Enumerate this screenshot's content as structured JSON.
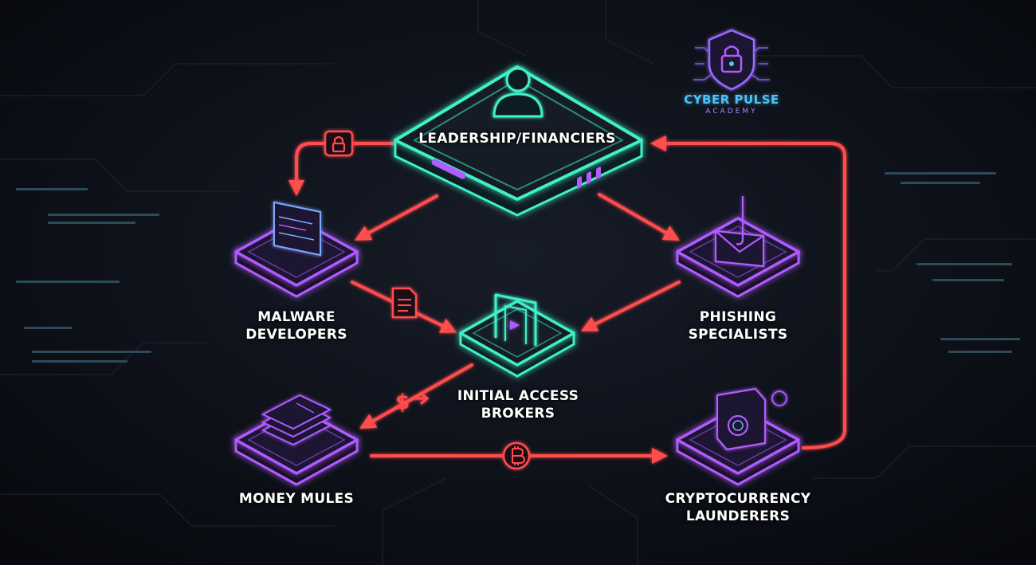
{
  "brand": {
    "name": "CYBER PULSE",
    "subtitle": "ACADEMY"
  },
  "nodes": {
    "leadership": {
      "lines": [
        "LEADERSHIP/FINANCIERS"
      ]
    },
    "malware": {
      "lines": [
        "MALWARE",
        "DEVELOPERS"
      ]
    },
    "phishing": {
      "lines": [
        "PHISHING",
        "SPECIALISTS"
      ]
    },
    "brokers": {
      "lines": [
        "INITIAL ACCESS",
        "BROKERS"
      ]
    },
    "mules": {
      "lines": [
        "MONEY MULES"
      ]
    },
    "launderers": {
      "lines": [
        "CRYPTOCURRENCY",
        "LAUNDERERS"
      ]
    }
  },
  "edge_symbols": {
    "dollar": "$"
  },
  "colors": {
    "background": "#0c0f16",
    "teal": "#3ff0c8",
    "purple": "#b05cff",
    "arrow_red": "#ff4d4d",
    "brand_blue": "#4fc3f7"
  },
  "icons": {
    "leadership": "person-icon",
    "malware": "code-window-icon",
    "phishing": "hook-envelope-icon",
    "brokers": "doorway-icon",
    "mules": "cash-stack-icon",
    "launderers": "washing-machine-icon",
    "lock": "lock-icon",
    "document": "document-icon",
    "bitcoin": "bitcoin-icon"
  }
}
